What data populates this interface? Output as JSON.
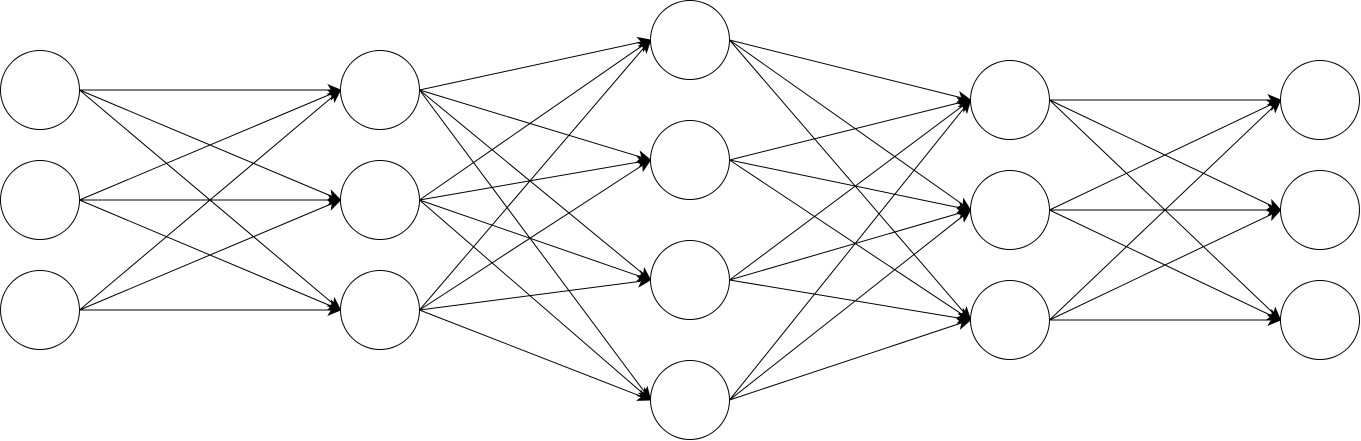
{
  "diagram": {
    "type": "neural-network",
    "layers": [
      {
        "nodes": 3
      },
      {
        "nodes": 3
      },
      {
        "nodes": 4
      },
      {
        "nodes": 3
      },
      {
        "nodes": 3
      }
    ],
    "connectivity": "fully-connected",
    "edge_style": "directed-arrow",
    "colors": {
      "node_fill": "#ffffff",
      "node_stroke": "#000000",
      "edge": "#000000"
    }
  }
}
